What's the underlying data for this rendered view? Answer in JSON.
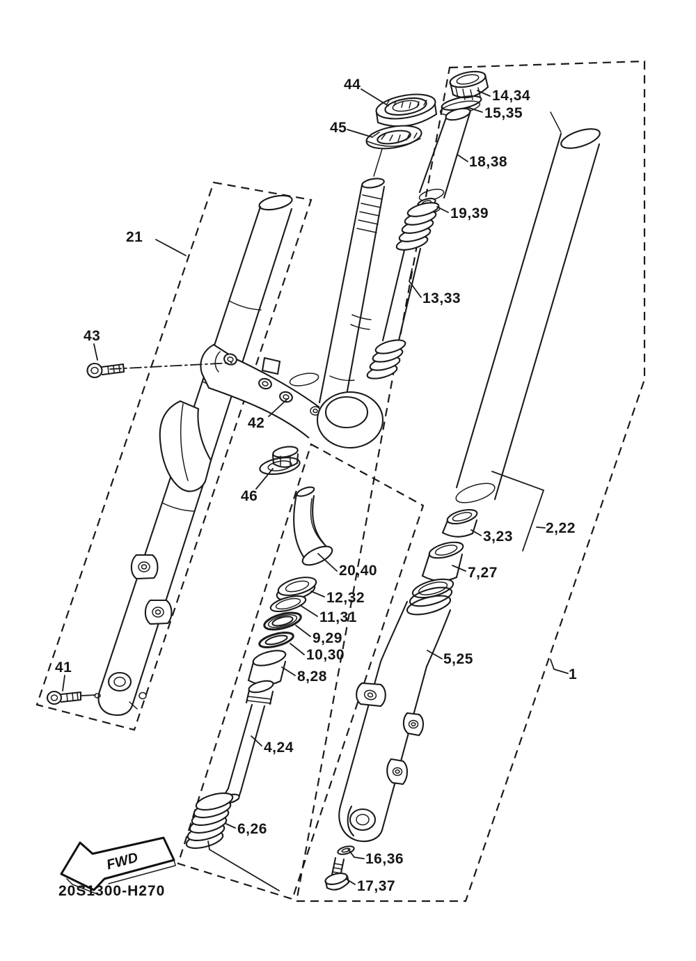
{
  "diagram": {
    "drawing_number": "20S1300-H270",
    "direction_arrow": "FWD",
    "line_color": "#1a1a1a",
    "background_color": "#ffffff",
    "callouts": [
      {
        "label": "44"
      },
      {
        "label": "45"
      },
      {
        "label": "14,34"
      },
      {
        "label": "15,35"
      },
      {
        "label": "18,38"
      },
      {
        "label": "19,39"
      },
      {
        "label": "13,33"
      },
      {
        "label": "21"
      },
      {
        "label": "43"
      },
      {
        "label": "42"
      },
      {
        "label": "46"
      },
      {
        "label": "20,40"
      },
      {
        "label": "12,32"
      },
      {
        "label": "11,31"
      },
      {
        "label": "9,29"
      },
      {
        "label": "10,30"
      },
      {
        "label": "8,28"
      },
      {
        "label": "4,24"
      },
      {
        "label": "5,25"
      },
      {
        "label": "6,26"
      },
      {
        "label": "16,36"
      },
      {
        "label": "17,37"
      },
      {
        "label": "3,23"
      },
      {
        "label": "2,22"
      },
      {
        "label": "7,27"
      },
      {
        "label": "41"
      },
      {
        "label": "1"
      }
    ]
  }
}
